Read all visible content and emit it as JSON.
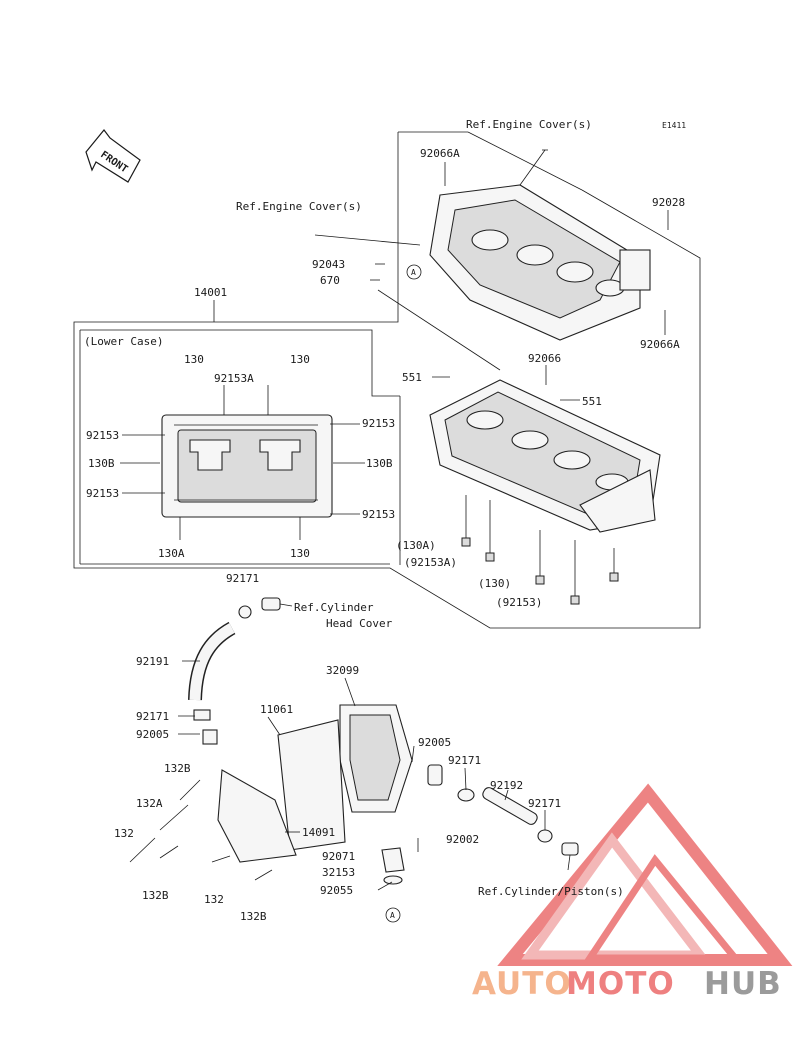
{
  "diagram": {
    "code": "E1411",
    "front_label": "FRONT",
    "group_label": "(Lower Case)",
    "refs": {
      "engine_cover_top": "Ref.Engine Cover(s)",
      "engine_cover_left": "Ref.Engine Cover(s)",
      "cyl_head_cover_1": "Ref.Cylinder",
      "cyl_head_cover_2": "Head Cover",
      "cyl_piston": "Ref.Cylinder/Piston(s)"
    },
    "callout_A": "A",
    "parts": {
      "p92066A_top": "92066A",
      "p92028": "92028",
      "p92043": "92043",
      "p670": "670",
      "p92066A_right": "92066A",
      "p14001": "14001",
      "p92066": "92066",
      "p551_left": "551",
      "p551_right": "551",
      "p130_a": "130",
      "p130_b": "130",
      "p92153A": "92153A",
      "p92153_l1": "92153",
      "p92153_r1": "92153",
      "p130B_l": "130B",
      "p130B_r": "130B",
      "p92153_l2": "92153",
      "p92153_r2": "92153",
      "p130A_bot": "130A",
      "p130_bot": "130",
      "p130A_paren": "(130A)",
      "p92153A_paren": "(92153A)",
      "p130_paren": "(130)",
      "p92153_paren": "(92153)",
      "p92171_top": "92171",
      "p92191": "92191",
      "p32099": "32099",
      "p92171_mid": "92171",
      "p11061": "11061",
      "p92005_l": "92005",
      "p92005_r": "92005",
      "p92171_r": "92171",
      "p92192": "92192",
      "p92171_far": "92171",
      "p132B_top": "132B",
      "p132A": "132A",
      "p132_l": "132",
      "p14091": "14091",
      "p92002": "92002",
      "p92071": "92071",
      "p32153": "32153",
      "p132B_l": "132B",
      "p132_bot": "132",
      "p132B_bot": "132B",
      "p92055": "92055"
    }
  },
  "watermark": {
    "part1": "AUTO",
    "part2": "MOTO",
    "part3": "HUB",
    "colors": {
      "auto": "#f4a87a",
      "moto": "#ec6a6a",
      "hub": "#8a8a8a",
      "triangle": "#e85a5a"
    }
  }
}
